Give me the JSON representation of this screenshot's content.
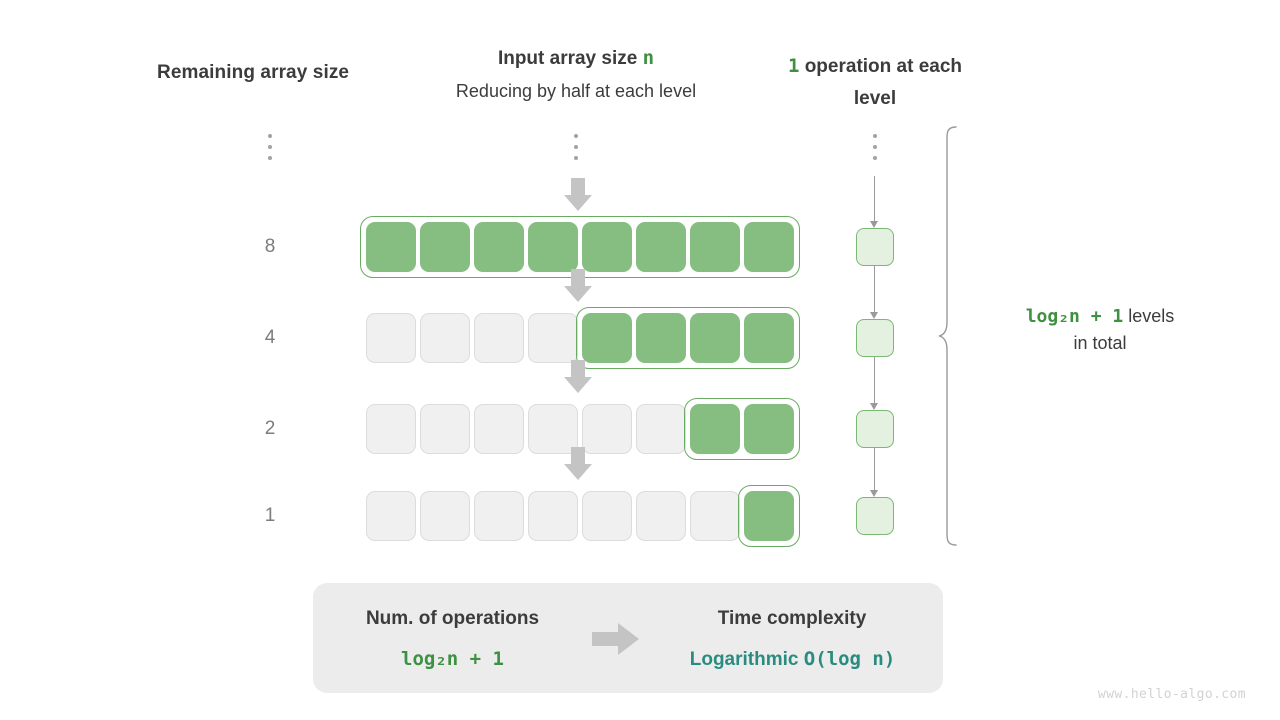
{
  "headers": {
    "left": "Remaining array size",
    "middle_title_prefix": "Input array size ",
    "middle_title_var": "n",
    "middle_subtitle": "Reducing by half at each level",
    "right_count": "1",
    "right_text": " operation at each level"
  },
  "levels": [
    {
      "size_label": "8",
      "total_cells": 8,
      "active_cells": 8,
      "ops": "1"
    },
    {
      "size_label": "4",
      "total_cells": 8,
      "active_cells": 4,
      "ops": "1"
    },
    {
      "size_label": "2",
      "total_cells": 8,
      "active_cells": 2,
      "ops": "1"
    },
    {
      "size_label": "1",
      "total_cells": 8,
      "active_cells": 1,
      "ops": "1"
    }
  ],
  "brace_note": {
    "formula": "log₂n + 1",
    "line1_suffix": " levels",
    "line2": "in total"
  },
  "summary": {
    "left_title": "Num. of operations",
    "left_value": "log₂n + 1",
    "right_title": "Time complexity",
    "right_value_word": "Logarithmic",
    "right_value_bigo": "O(log n)"
  },
  "watermark": "www.hello-algo.com",
  "colors": {
    "green_fill": "#86bd80",
    "green_border": "#6aab63",
    "green_text": "#3f9142",
    "light_green_fill": "#e4f0e0",
    "teal": "#2a8c81",
    "grey_arrow": "#c4c4c4",
    "inactive_fill": "#f0f0f0",
    "panel_bg": "#ececec"
  }
}
